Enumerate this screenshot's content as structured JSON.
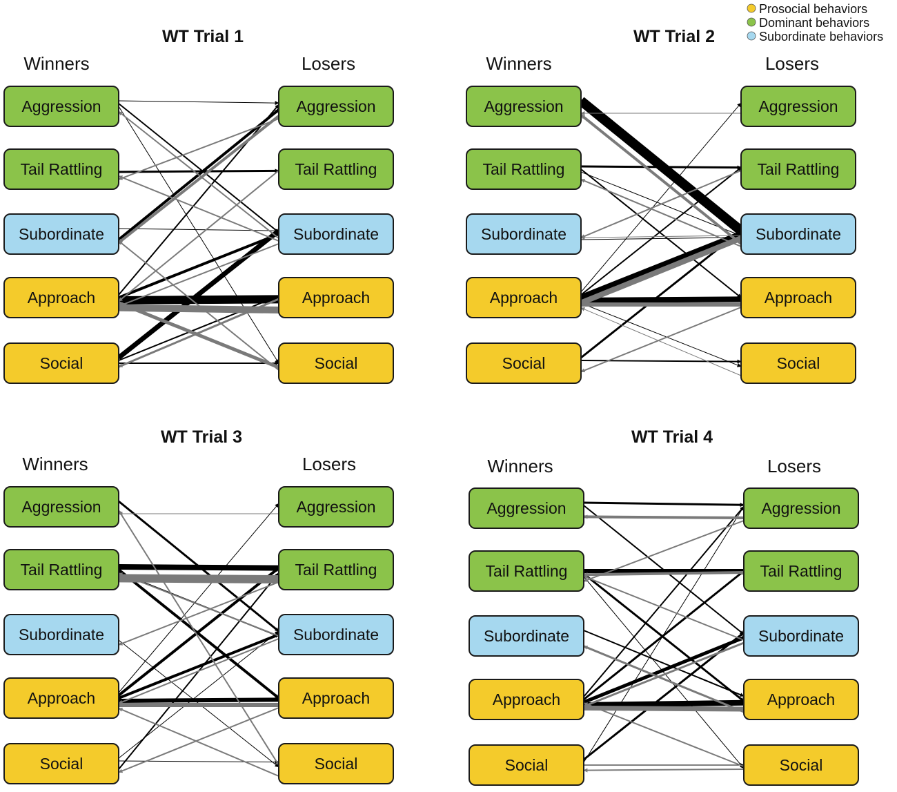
{
  "legend": [
    {
      "label": "Prosocial behaviors",
      "color": "#f4cb2b"
    },
    {
      "label": "Dominant behaviors",
      "color": "#8bc34a"
    },
    {
      "label": "Subordinate behaviors",
      "color": "#a6d8ef"
    }
  ],
  "columns": {
    "left": "Winners",
    "right": "Losers"
  },
  "behaviors": [
    {
      "label": "Aggression",
      "category": "dominant"
    },
    {
      "label": "Tail Rattling",
      "category": "dominant"
    },
    {
      "label": "Subordinate",
      "category": "subordinate"
    },
    {
      "label": "Approach",
      "category": "prosocial"
    },
    {
      "label": "Social",
      "category": "prosocial"
    }
  ],
  "colors": {
    "dominant": "#8bc34a",
    "subordinate": "#a6d8ef",
    "prosocial": "#f4cb2b",
    "winner_to_loser_edge": "#000000",
    "loser_to_winner_edge": "#7a7a7a"
  },
  "panels": [
    {
      "title": "WT Trial 1",
      "edges": [
        {
          "from": "W:Aggression",
          "to": "L:Aggression",
          "weight": 1
        },
        {
          "from": "W:Aggression",
          "to": "L:Subordinate",
          "weight": 2
        },
        {
          "from": "W:Aggression",
          "to": "L:Social",
          "weight": 1
        },
        {
          "from": "W:Tail Rattling",
          "to": "L:Tail Rattling",
          "weight": 3
        },
        {
          "from": "W:Subordinate",
          "to": "L:Aggression",
          "weight": 4
        },
        {
          "from": "W:Subordinate",
          "to": "L:Subordinate",
          "weight": 1
        },
        {
          "from": "W:Approach",
          "to": "L:Aggression",
          "weight": 2
        },
        {
          "from": "W:Approach",
          "to": "L:Subordinate",
          "weight": 4
        },
        {
          "from": "W:Approach",
          "to": "L:Approach",
          "weight": 12
        },
        {
          "from": "W:Approach",
          "to": "L:Social",
          "weight": 2
        },
        {
          "from": "W:Social",
          "to": "L:Subordinate",
          "weight": 7
        },
        {
          "from": "W:Social",
          "to": "L:Approach",
          "weight": 2
        },
        {
          "from": "W:Social",
          "to": "L:Social",
          "weight": 2
        },
        {
          "from": "L:Aggression",
          "to": "W:Subordinate",
          "weight": 4
        },
        {
          "from": "L:Aggression",
          "to": "W:Tail Rattling",
          "weight": 2
        },
        {
          "from": "L:Tail Rattling",
          "to": "W:Approach",
          "weight": 2
        },
        {
          "from": "L:Subordinate",
          "to": "W:Aggression",
          "weight": 2
        },
        {
          "from": "L:Subordinate",
          "to": "W:Tail Rattling",
          "weight": 2
        },
        {
          "from": "L:Subordinate",
          "to": "W:Approach",
          "weight": 2
        },
        {
          "from": "L:Approach",
          "to": "W:Approach",
          "weight": 10
        },
        {
          "from": "L:Approach",
          "to": "W:Social",
          "weight": 3
        },
        {
          "from": "L:Social",
          "to": "W:Approach",
          "weight": 5
        },
        {
          "from": "L:Social",
          "to": "W:Subordinate",
          "weight": 2
        }
      ]
    },
    {
      "title": "WT Trial 2",
      "edges": [
        {
          "from": "W:Aggression",
          "to": "L:Subordinate",
          "weight": 16
        },
        {
          "from": "W:Tail Rattling",
          "to": "L:Tail Rattling",
          "weight": 3
        },
        {
          "from": "W:Tail Rattling",
          "to": "L:Approach",
          "weight": 2
        },
        {
          "from": "W:Tail Rattling",
          "to": "L:Subordinate",
          "weight": 1
        },
        {
          "from": "W:Subordinate",
          "to": "L:Subordinate",
          "weight": 1
        },
        {
          "from": "W:Approach",
          "to": "L:Aggression",
          "weight": 1
        },
        {
          "from": "W:Approach",
          "to": "L:Tail Rattling",
          "weight": 2
        },
        {
          "from": "W:Approach",
          "to": "L:Subordinate",
          "weight": 9
        },
        {
          "from": "W:Approach",
          "to": "L:Approach",
          "weight": 8
        },
        {
          "from": "W:Approach",
          "to": "L:Social",
          "weight": 1
        },
        {
          "from": "W:Social",
          "to": "L:Subordinate",
          "weight": 3
        },
        {
          "from": "W:Social",
          "to": "L:Social",
          "weight": 2
        },
        {
          "from": "L:Aggression",
          "to": "W:Aggression",
          "weight": 1
        },
        {
          "from": "L:Subordinate",
          "to": "W:Aggression",
          "weight": 4
        },
        {
          "from": "L:Subordinate",
          "to": "W:Tail Rattling",
          "weight": 2
        },
        {
          "from": "L:Subordinate",
          "to": "W:Subordinate",
          "weight": 1
        },
        {
          "from": "L:Subordinate",
          "to": "W:Approach",
          "weight": 8
        },
        {
          "from": "L:Approach",
          "to": "W:Approach",
          "weight": 6
        },
        {
          "from": "L:Approach",
          "to": "W:Social",
          "weight": 2
        },
        {
          "from": "L:Social",
          "to": "W:Approach",
          "weight": 1
        },
        {
          "from": "L:Tail Rattling",
          "to": "W:Subordinate",
          "weight": 2
        }
      ]
    },
    {
      "title": "WT Trial 3",
      "edges": [
        {
          "from": "W:Aggression",
          "to": "L:Subordinate",
          "weight": 3
        },
        {
          "from": "W:Tail Rattling",
          "to": "L:Tail Rattling",
          "weight": 8
        },
        {
          "from": "W:Tail Rattling",
          "to": "L:Approach",
          "weight": 4
        },
        {
          "from": "W:Tail Rattling",
          "to": "L:Subordinate",
          "weight": 2
        },
        {
          "from": "W:Subordinate",
          "to": "L:Social",
          "weight": 1
        },
        {
          "from": "W:Approach",
          "to": "L:Aggression",
          "weight": 1
        },
        {
          "from": "W:Approach",
          "to": "L:Tail Rattling",
          "weight": 4
        },
        {
          "from": "W:Approach",
          "to": "L:Subordinate",
          "weight": 4
        },
        {
          "from": "W:Approach",
          "to": "L:Approach",
          "weight": 6
        },
        {
          "from": "W:Social",
          "to": "L:Tail Rattling",
          "weight": 2
        },
        {
          "from": "W:Social",
          "to": "L:Subordinate",
          "weight": 1
        },
        {
          "from": "W:Social",
          "to": "L:Social",
          "weight": 1
        },
        {
          "from": "L:Aggression",
          "to": "W:Aggression",
          "weight": 1
        },
        {
          "from": "L:Tail Rattling",
          "to": "W:Tail Rattling",
          "weight": 12
        },
        {
          "from": "L:Tail Rattling",
          "to": "W:Subordinate",
          "weight": 2
        },
        {
          "from": "L:Subordinate",
          "to": "W:Tail Rattling",
          "weight": 2
        },
        {
          "from": "L:Subordinate",
          "to": "W:Approach",
          "weight": 2
        },
        {
          "from": "L:Approach",
          "to": "W:Approach",
          "weight": 6
        },
        {
          "from": "L:Approach",
          "to": "W:Social",
          "weight": 2
        },
        {
          "from": "L:Social",
          "to": "W:Approach",
          "weight": 2
        },
        {
          "from": "L:Social",
          "to": "W:Aggression",
          "weight": 2
        }
      ]
    },
    {
      "title": "WT Trial 4",
      "edges": [
        {
          "from": "W:Aggression",
          "to": "L:Aggression",
          "weight": 3
        },
        {
          "from": "W:Aggression",
          "to": "L:Subordinate",
          "weight": 2
        },
        {
          "from": "W:Tail Rattling",
          "to": "L:Tail Rattling",
          "weight": 6
        },
        {
          "from": "W:Tail Rattling",
          "to": "L:Approach",
          "weight": 3
        },
        {
          "from": "W:Tail Rattling",
          "to": "L:Social",
          "weight": 1
        },
        {
          "from": "W:Subordinate",
          "to": "L:Approach",
          "weight": 2
        },
        {
          "from": "W:Approach",
          "to": "L:Aggression",
          "weight": 2
        },
        {
          "from": "W:Approach",
          "to": "L:Tail Rattling",
          "weight": 3
        },
        {
          "from": "W:Approach",
          "to": "L:Subordinate",
          "weight": 5
        },
        {
          "from": "W:Approach",
          "to": "L:Approach",
          "weight": 8
        },
        {
          "from": "W:Social",
          "to": "L:Subordinate",
          "weight": 3
        },
        {
          "from": "W:Social",
          "to": "L:Aggression",
          "weight": 1
        },
        {
          "from": "W:Social",
          "to": "L:Social",
          "weight": 1
        },
        {
          "from": "L:Aggression",
          "to": "W:Aggression",
          "weight": 4
        },
        {
          "from": "L:Aggression",
          "to": "W:Tail Rattling",
          "weight": 2
        },
        {
          "from": "L:Tail Rattling",
          "to": "W:Tail Rattling",
          "weight": 4
        },
        {
          "from": "L:Subordinate",
          "to": "W:Tail Rattling",
          "weight": 2
        },
        {
          "from": "L:Subordinate",
          "to": "W:Approach",
          "weight": 3
        },
        {
          "from": "L:Approach",
          "to": "W:Approach",
          "weight": 7
        },
        {
          "from": "L:Approach",
          "to": "W:Subordinate",
          "weight": 3
        },
        {
          "from": "L:Social",
          "to": "W:Approach",
          "weight": 2
        },
        {
          "from": "L:Social",
          "to": "W:Social",
          "weight": 2
        }
      ]
    }
  ]
}
